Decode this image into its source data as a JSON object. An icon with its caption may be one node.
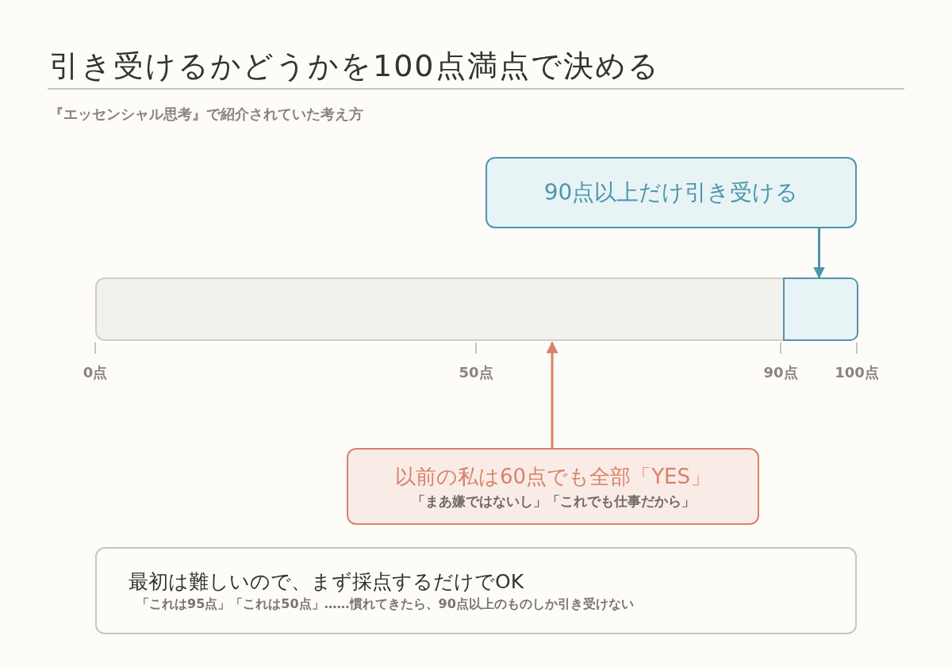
{
  "diagram": {
    "title": "引き受けるかどうかを100点満点で決める",
    "nodes": [
      {
        "text": [
          "90点以上だけ引き受ける"
        ]
      },
      {
        "text": [],
        "shape": "bar"
      },
      {
        "text": [],
        "shape": "box",
        "in": 1
      },
      {
        "text": [
          "以前の私は60点でも全部「YES」",
          "「まあ嫌ではないし」「これでも仕事だから」"
        ]
      },
      {
        "text": [
          "最初は難しいので、まず採点するだけでOK",
          "「これは95点」「これは50点」……慣れてきたら、90点以上のものしか引き受けない"
        ]
      }
    ],
    "edges": [
      {
        "from": 0,
        "to": 2,
        "arrow": "to",
        "color": "#4e96ac"
      },
      {
        "from": 3,
        "to": 1,
        "arrow": "to",
        "color": "#d9826a"
      }
    ],
    "labels": [
      "『エッセンシャル思考』で紹介されていた考え方",
      "0点",
      "50点",
      "90点",
      "100点"
    ]
  }
}
